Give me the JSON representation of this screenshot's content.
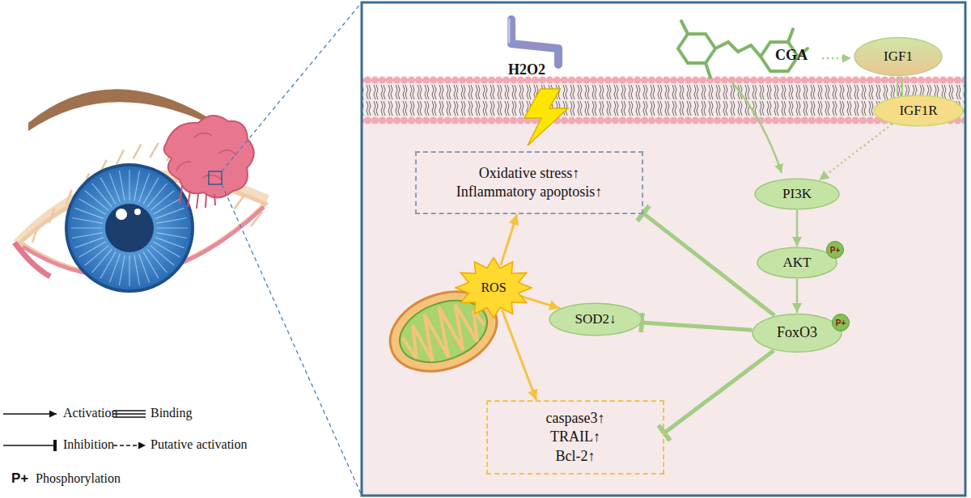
{
  "diagram": {
    "nodes": [
      {
        "text": [
          "Oxidative stress↑",
          "Inflammatory apoptosis↑"
        ]
      },
      {
        "text": [
          "IGF1"
        ]
      },
      {
        "text": [
          "IGF1R"
        ]
      },
      {
        "text": [
          "PI3K"
        ]
      },
      {
        "text": [
          "AKT"
        ]
      },
      {
        "text": [
          "ROS"
        ]
      },
      {
        "text": [
          "SOD2↓"
        ]
      },
      {
        "text": [
          "FoxO3"
        ]
      },
      {
        "text": [
          "caspase3↑",
          "TRAIL↑",
          "Bcl-2↑"
        ]
      }
    ],
    "edges": [
      {
        "from": 1,
        "to": 2,
        "arrow": "none"
      },
      {
        "from": 2,
        "to": 3,
        "arrow": "to"
      },
      {
        "from": 3,
        "to": 4,
        "arrow": "to"
      },
      {
        "from": 4,
        "to": 7,
        "arrow": "to"
      },
      {
        "from": 7,
        "to": 0,
        "arrow": "to"
      },
      {
        "from": 7,
        "to": 6,
        "arrow": "to"
      },
      {
        "from": 7,
        "to": 8,
        "arrow": "to"
      },
      {
        "from": 5,
        "to": 0,
        "arrow": "to"
      },
      {
        "from": 5,
        "to": 6,
        "arrow": "to"
      },
      {
        "from": 5,
        "to": 8,
        "arrow": "to"
      }
    ],
    "labels": [
      "H2O2",
      "CGA",
      "P+",
      "P+",
      "P+"
    ],
    "legend": [
      {
        "text": "Activation"
      },
      {
        "text": "Binding"
      },
      {
        "text": "Inhibition"
      },
      {
        "text": "Putative activation"
      },
      {
        "text": "Phosphorylation"
      }
    ]
  }
}
